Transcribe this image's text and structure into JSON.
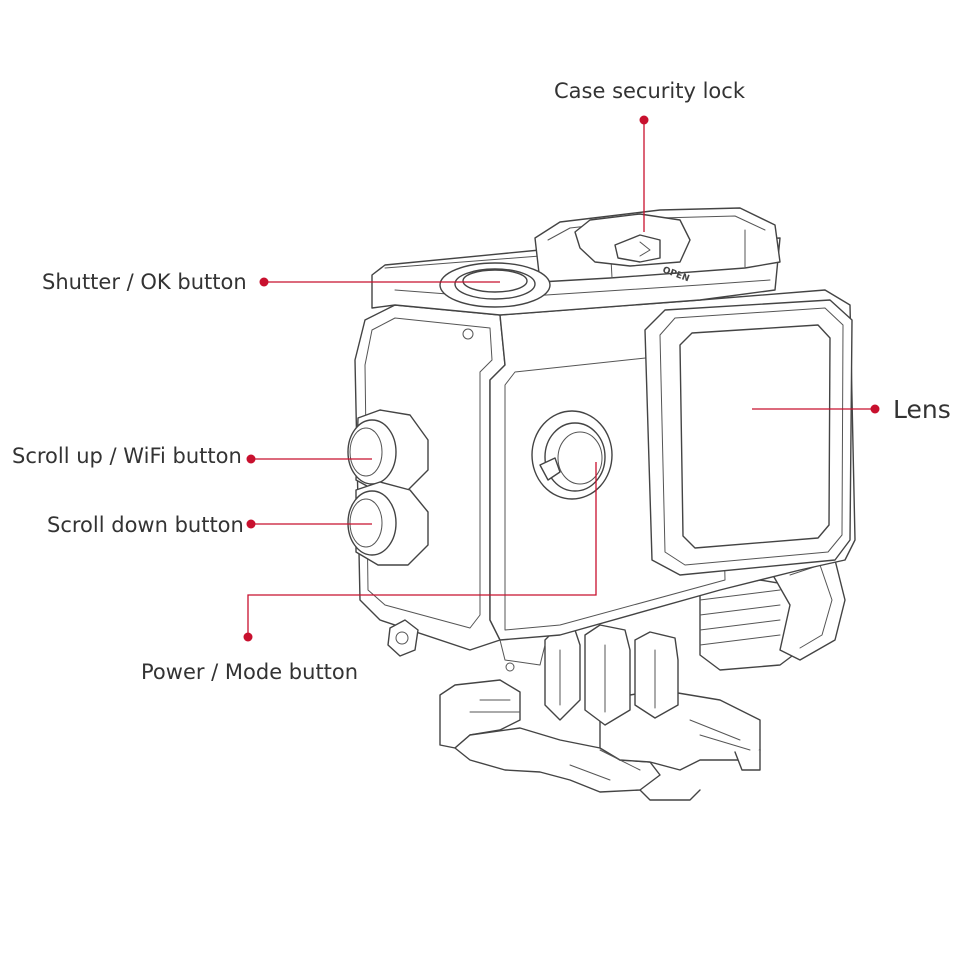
{
  "labels": {
    "case_lock": "Case security lock",
    "shutter": "Shutter / OK button",
    "scroll_up": "Scroll up / WiFi button",
    "scroll_down": "Scroll down button",
    "power_mode": "Power / Mode button",
    "lens": "Lens"
  },
  "latch_text": "OPEN",
  "colors": {
    "leader": "#c8102e",
    "outline": "#444444",
    "text": "#333333"
  }
}
